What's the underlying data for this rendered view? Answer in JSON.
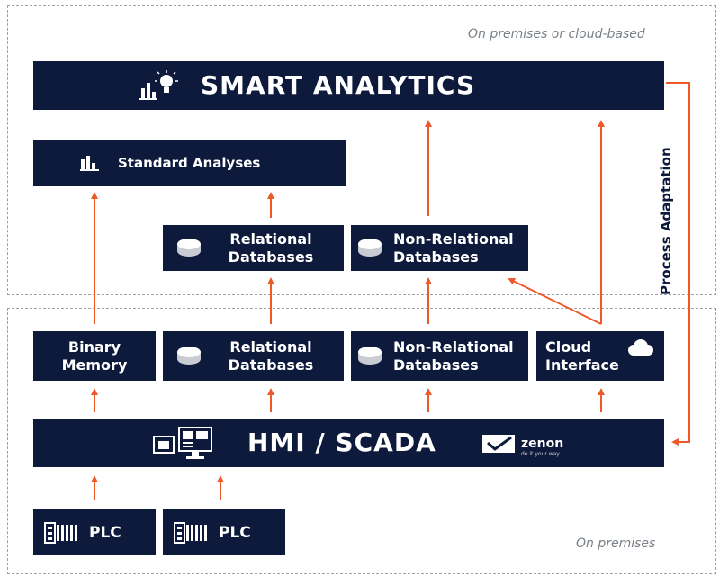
{
  "zones": {
    "cloud_label": "On premises or cloud-based",
    "premises_label": "On premises"
  },
  "smart_analytics": {
    "label": "SMART ANALYTICS",
    "icon": "analytics-lightbulb-icon"
  },
  "standard_analyses": {
    "label": "Standard Analyses",
    "icon": "bar-chart-icon"
  },
  "cloud_tier": {
    "relational": {
      "line1": "Relational",
      "line2": "Databases",
      "icon": "database-icon"
    },
    "nonrelational": {
      "line1": "Non-Relational",
      "line2": "Databases",
      "icon": "database-icon"
    }
  },
  "premises_tier": {
    "binary": {
      "line1": "Binary",
      "line2": "Memory"
    },
    "relational": {
      "line1": "Relational",
      "line2": "Databases",
      "icon": "database-icon"
    },
    "nonrelational": {
      "line1": "Non-Relational",
      "line2": "Databases",
      "icon": "database-icon"
    },
    "cloud_interface": {
      "line1": "Cloud",
      "line2": "Interface",
      "icon": "cloud-icon"
    }
  },
  "hmi": {
    "label": "HMI / SCADA",
    "icon": "hmi-screens-icon",
    "logo_text": "zenon",
    "logo_tagline": "do it your way"
  },
  "plcs": [
    {
      "label": "PLC",
      "icon": "plc-module-icon"
    },
    {
      "label": "PLC",
      "icon": "plc-module-icon"
    }
  ],
  "process_adaptation": "Process Adaptation",
  "colors": {
    "box": "#0e1a3c",
    "arrow": "#ec5a2a",
    "dashed": "#9aa0a8"
  }
}
